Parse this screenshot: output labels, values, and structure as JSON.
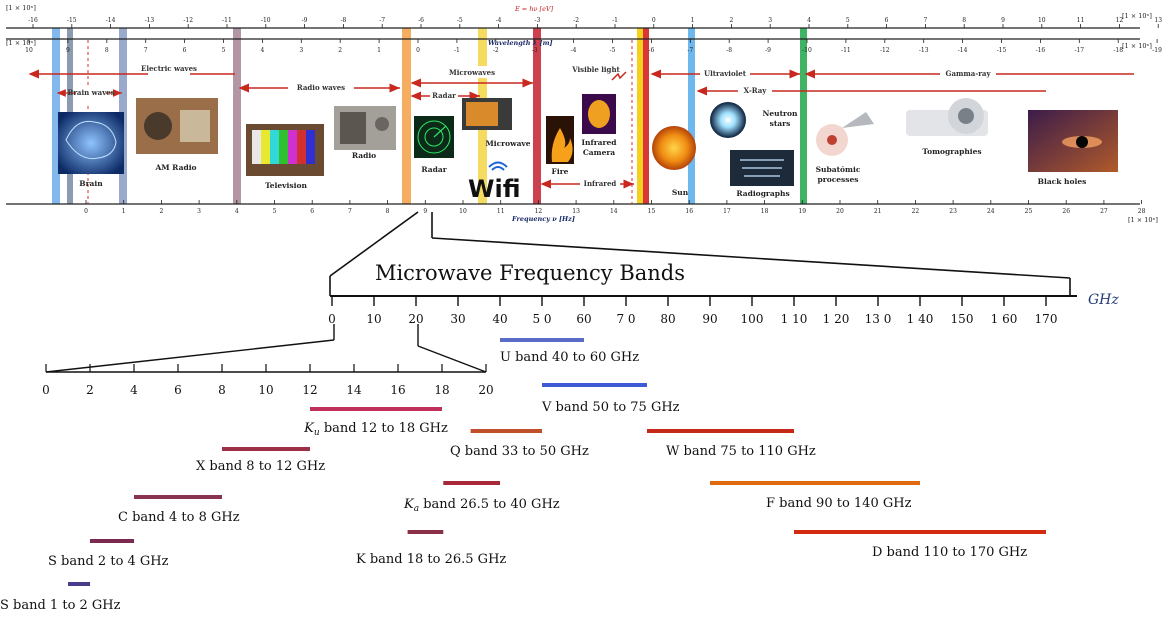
{
  "spectrum": {
    "energy_scale_label": "E = hν [eV]",
    "wavelength_scale_label": "Wavelength λ [m]",
    "frequency_scale_label": "Frequency ν [Hz]",
    "energy_multiplier": "[1 × 10ⁿ]",
    "energy_ticks": [
      "-16",
      "-15",
      "-14",
      "-13",
      "-12",
      "-11",
      "-10",
      "-9",
      "-8",
      "-7",
      "-6",
      "-5",
      "-4",
      "-3",
      "-2",
      "-1",
      "0",
      "1",
      "2",
      "3",
      "4",
      "5",
      "6",
      "7",
      "8",
      "9",
      "10",
      "11",
      "12",
      "13"
    ],
    "wavelength_multiplier": "[1 × 10ⁿ]",
    "wavelength_ticks": [
      "10",
      "9",
      "8",
      "7",
      "6",
      "5",
      "4",
      "3",
      "2",
      "1",
      "0",
      "-1",
      "-2",
      "-3",
      "-4",
      "-5",
      "-6",
      "-7",
      "-8",
      "-9",
      "-10",
      "-11",
      "-12",
      "-13",
      "-14",
      "-15",
      "-16",
      "-17",
      "-18",
      "-19"
    ],
    "frequency_multiplier": "[1 × 10ⁿ]",
    "frequency_ticks": [
      "0",
      "1",
      "2",
      "3",
      "4",
      "5",
      "6",
      "7",
      "8",
      "9",
      "10",
      "11",
      "12",
      "13",
      "14",
      "15",
      "16",
      "17",
      "18",
      "19",
      "20",
      "21",
      "22",
      "23",
      "24",
      "25",
      "26",
      "27",
      "28"
    ],
    "regions": [
      {
        "name": "Electric waves"
      },
      {
        "name": "Brain waves"
      },
      {
        "name": "Radio waves"
      },
      {
        "name": "Microwaves"
      },
      {
        "name": "Radar"
      },
      {
        "name": "Visible light"
      },
      {
        "name": "Ultraviolet"
      },
      {
        "name": "Gamma-ray"
      },
      {
        "name": "X-Ray"
      },
      {
        "name": "Infrared"
      }
    ],
    "pictures": [
      {
        "name": "Brain"
      },
      {
        "name": "AM Radio"
      },
      {
        "name": "Television"
      },
      {
        "name": "Radio"
      },
      {
        "name": "Radar"
      },
      {
        "name": "Microwave"
      },
      {
        "name": "Fire"
      },
      {
        "name": "Infrared Camera"
      },
      {
        "name": "Sun"
      },
      {
        "name": "Neutron stars"
      },
      {
        "name": "Radiographs"
      },
      {
        "name": "Subatómic processes"
      },
      {
        "name": "Tomographies"
      },
      {
        "name": "Black holes"
      }
    ],
    "wifi_logo": "Wifi"
  },
  "microwave": {
    "title": "Microwave Frequency Bands",
    "unit": "GHz",
    "main_axis_ticks": [
      "0",
      "10",
      "20",
      "30",
      "40",
      "5 0",
      "60",
      "7 0",
      "80",
      "90",
      "100",
      "1 10",
      "1 20",
      "13 0",
      "1 40",
      "150",
      "1 60",
      "170"
    ],
    "zoom_axis_ticks": [
      "0",
      "2",
      "4",
      "6",
      "8",
      "10",
      "12",
      "14",
      "16",
      "18",
      "20"
    ],
    "colors": {
      "U": "#5a6cc8",
      "V": "#3d5bd6",
      "Ku": "#c0305a",
      "X": "#9e2f44",
      "Q": "#c0502a",
      "W": "#c42818",
      "C": "#8a3350",
      "Ka": "#a82838",
      "F": "#e06a10",
      "K": "#8a3048",
      "S2": "#7a2a50",
      "D": "#d22c10",
      "S1": "#4a3a8a"
    },
    "bands": [
      {
        "label": "U band 40 to 60 GHz",
        "from": 40,
        "to": 60
      },
      {
        "label": "V band 50 to 75 GHz",
        "from": 50,
        "to": 75
      },
      {
        "label_main": "K",
        "label_sub": "u",
        "label_rest": " band 12 to 18 GHz",
        "from": 12,
        "to": 18
      },
      {
        "label": "Q band 33 to 50 GHz",
        "from": 33,
        "to": 50
      },
      {
        "label": "W band 75 to 110 GHz",
        "from": 75,
        "to": 110
      },
      {
        "label": "X band 8 to 12 GHz",
        "from": 8,
        "to": 12
      },
      {
        "label_main": "K",
        "label_sub": "a",
        "label_rest": " band 26.5 to 40 GHz",
        "from": 26.5,
        "to": 40
      },
      {
        "label": "F band 90 to 140 GHz",
        "from": 90,
        "to": 140
      },
      {
        "label": "C band 4 to 8 GHz",
        "from": 4,
        "to": 8
      },
      {
        "label": "S band 2 to 4 GHz",
        "from": 2,
        "to": 4
      },
      {
        "label": "K band 18 to 26.5 GHz",
        "from": 18,
        "to": 26.5
      },
      {
        "label": "D band 110 to 170 GHz",
        "from": 110,
        "to": 170
      },
      {
        "label": "S band 1 to 2 GHz",
        "from": 1,
        "to": 2
      }
    ]
  }
}
